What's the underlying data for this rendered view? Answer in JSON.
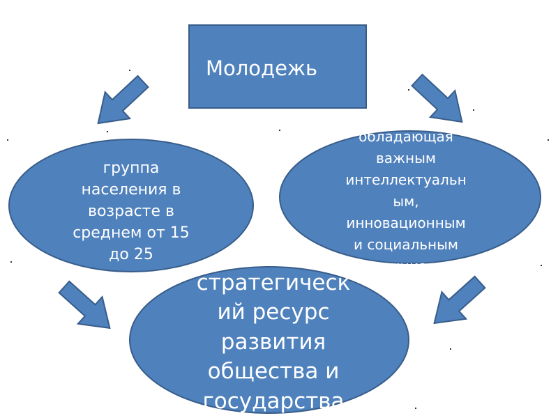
{
  "title_box": {
    "label": "Молодежь"
  },
  "left_ellipse": {
    "lines": [
      "группа",
      "населения в",
      "возрасте в",
      "среднем от 15",
      "до 25"
    ]
  },
  "right_ellipse": {
    "lines": [
      "обладающая",
      "важным",
      "интеллектуальн",
      "ым,",
      "инновационным",
      "и социальным",
      "потенциалом"
    ]
  },
  "bottom_ellipse": {
    "lines": [
      "стратегическ",
      "ий ресурс",
      "развития",
      "общества и",
      "государства"
    ]
  },
  "colors": {
    "fill": "#4f81bd",
    "stroke": "#385d8a",
    "text": "#ffffff"
  }
}
